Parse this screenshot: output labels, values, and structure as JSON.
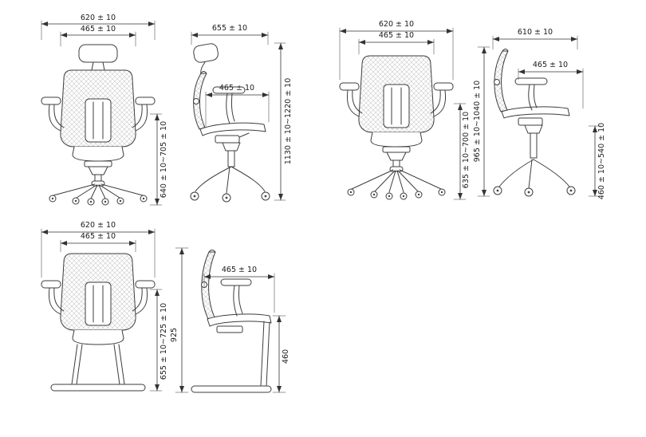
{
  "colors": {
    "background": "#ffffff",
    "line": "#3d3d3d",
    "dim_line": "#333333",
    "text": "#1a1a1a"
  },
  "figures": {
    "exec_front": {
      "overall_width": "620 ± 10",
      "inner_width": "465 ± 10",
      "side_height_range": "640 ± 10~705 ± 10"
    },
    "exec_side": {
      "depth": "655 ± 10",
      "seat_depth": "465 ± 10",
      "overall_height_range": "1130 ± 10~1220 ± 10"
    },
    "task_front": {
      "overall_width": "620 ± 10",
      "inner_width": "465 ± 10",
      "side_height_range": "635 ± 10~700 ± 10"
    },
    "task_side": {
      "depth": "610 ± 10",
      "seat_depth": "465 ± 10",
      "overall_height_range": "965 ± 10~1040 ± 10",
      "seat_height_range": "460 ± 10~540 ± 10"
    },
    "visitor_front": {
      "overall_width": "620 ± 10",
      "inner_width": "465 ± 10",
      "side_height_range": "655 ± 10~725 ± 10"
    },
    "visitor_side": {
      "seat_depth": "465 ± 10",
      "overall_height": "925",
      "seat_height": "460"
    }
  }
}
